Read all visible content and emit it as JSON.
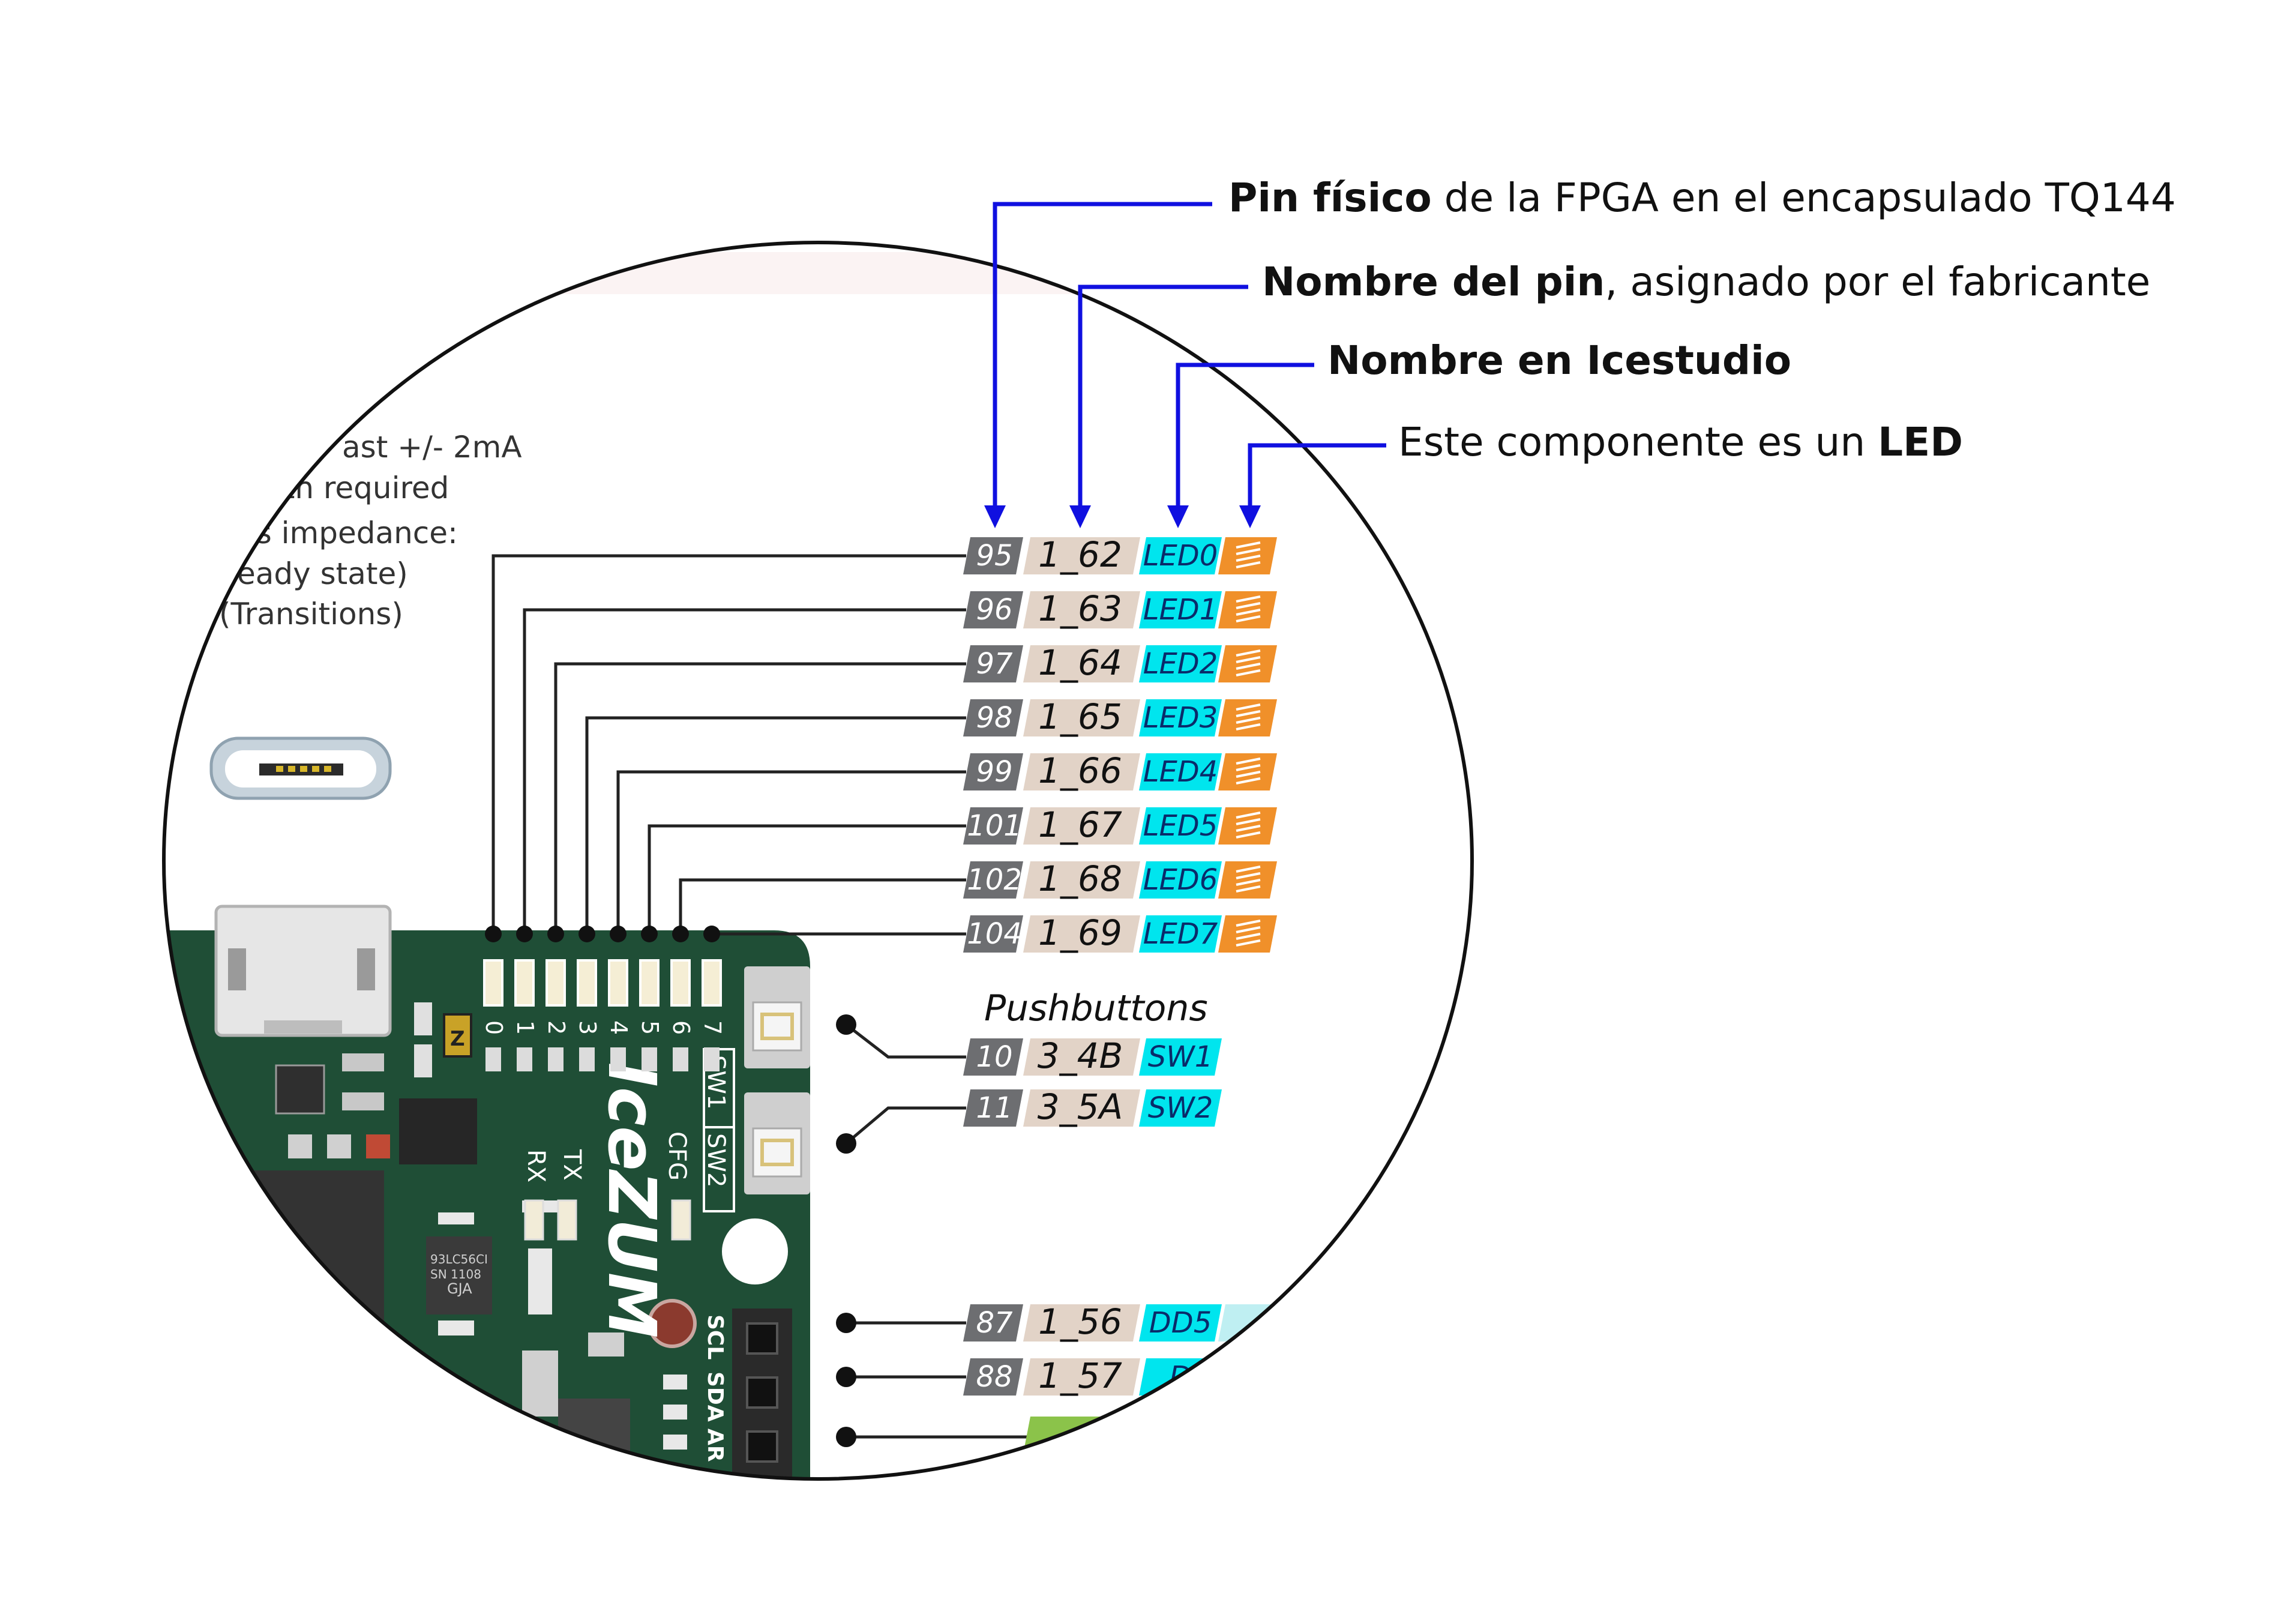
{
  "annotations": [
    {
      "bold": "Pin físico",
      "rest": " de la FPGA en el encapsulado TQ144",
      "prefix": ""
    },
    {
      "bold": "Nombre del pin",
      "rest": ", asignado por el fabricante",
      "prefix": ""
    },
    {
      "bold": "Nombre en Icestudio",
      "rest": "",
      "prefix": ""
    },
    {
      "bold": "LED",
      "rest": "",
      "prefix": "Este componente es un "
    }
  ],
  "notes": {
    "line1": "ast +/- 2mA",
    "line2": "gth required",
    "line3": "ns impedance:",
    "line4": "eady state)",
    "line5": "(Transitions)"
  },
  "leds": [
    {
      "phys": "95",
      "pin": "1_62",
      "name": "LED0"
    },
    {
      "phys": "96",
      "pin": "1_63",
      "name": "LED1"
    },
    {
      "phys": "97",
      "pin": "1_64",
      "name": "LED2"
    },
    {
      "phys": "98",
      "pin": "1_65",
      "name": "LED3"
    },
    {
      "phys": "99",
      "pin": "1_66",
      "name": "LED4"
    },
    {
      "phys": "101",
      "pin": "1_67",
      "name": "LED5"
    },
    {
      "phys": "102",
      "pin": "1_68",
      "name": "LED6"
    },
    {
      "phys": "104",
      "pin": "1_69",
      "name": "LED7"
    }
  ],
  "pushbuttons": {
    "title": "Pushbuttons",
    "items": [
      {
        "phys": "10",
        "pin": "3_4B",
        "name": "SW1"
      },
      {
        "phys": "11",
        "pin": "3_5A",
        "name": "SW2"
      }
    ]
  },
  "bottom_pins": [
    {
      "phys": "87",
      "pin": "1_56",
      "name": "DD5"
    },
    {
      "phys": "88",
      "pin": "1_57",
      "name": "D"
    }
  ],
  "board": {
    "brand": "IceZUM",
    "led_numbers": [
      "0",
      "1",
      "2",
      "3",
      "4",
      "5",
      "6",
      "7"
    ],
    "sw1": "SW1",
    "sw2": "SW2",
    "rx": "RX",
    "tx": "TX",
    "cfg": "CFG",
    "scl": "SCL",
    "sda": "SDA",
    "ar": "AR",
    "chip_text1": "93LC56CI",
    "chip_text2": "SN 1108",
    "chip_text3": "GJA",
    "fuse": "Z"
  },
  "colors": {
    "arrow": "#1010e0",
    "phys_bg": "#6d6e71",
    "pin_bg": "#e2d3c7",
    "name_bg": "#00e5ee",
    "led_icon": "#f0902a",
    "board_green": "#1f4e36",
    "analog_green": "#8bc34a"
  },
  "icons": [
    "led-icon",
    "micro-usb-icon",
    "pushbutton-icon"
  ]
}
